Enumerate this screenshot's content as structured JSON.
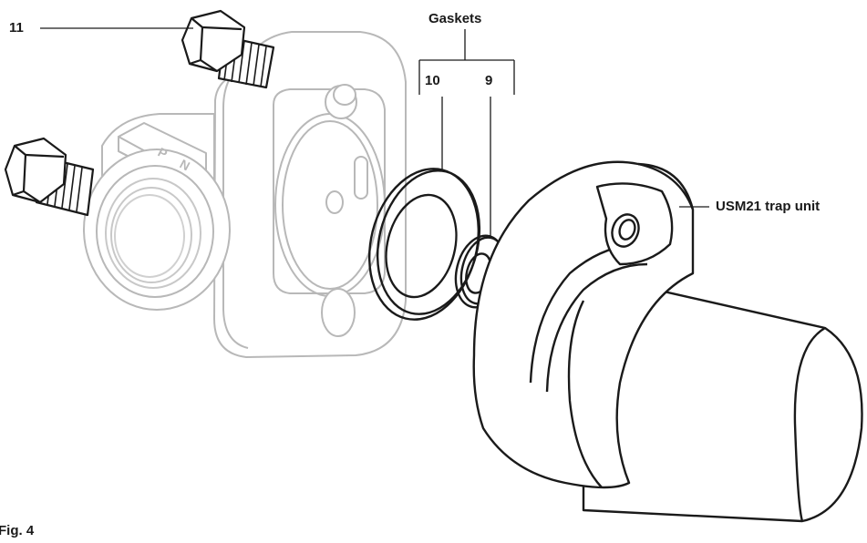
{
  "labels": {
    "part_11": "11",
    "gaskets": "Gaskets",
    "gasket_10": "10",
    "gasket_9": "9",
    "trap_unit": "USM21 trap unit",
    "figure": "Fig. 4"
  },
  "body_markings": {
    "left": "P",
    "right": "N"
  },
  "colors": {
    "ghost_outline": "#b8b8b8",
    "solid_outline": "#1a1a1a",
    "fill": "#ffffff"
  }
}
